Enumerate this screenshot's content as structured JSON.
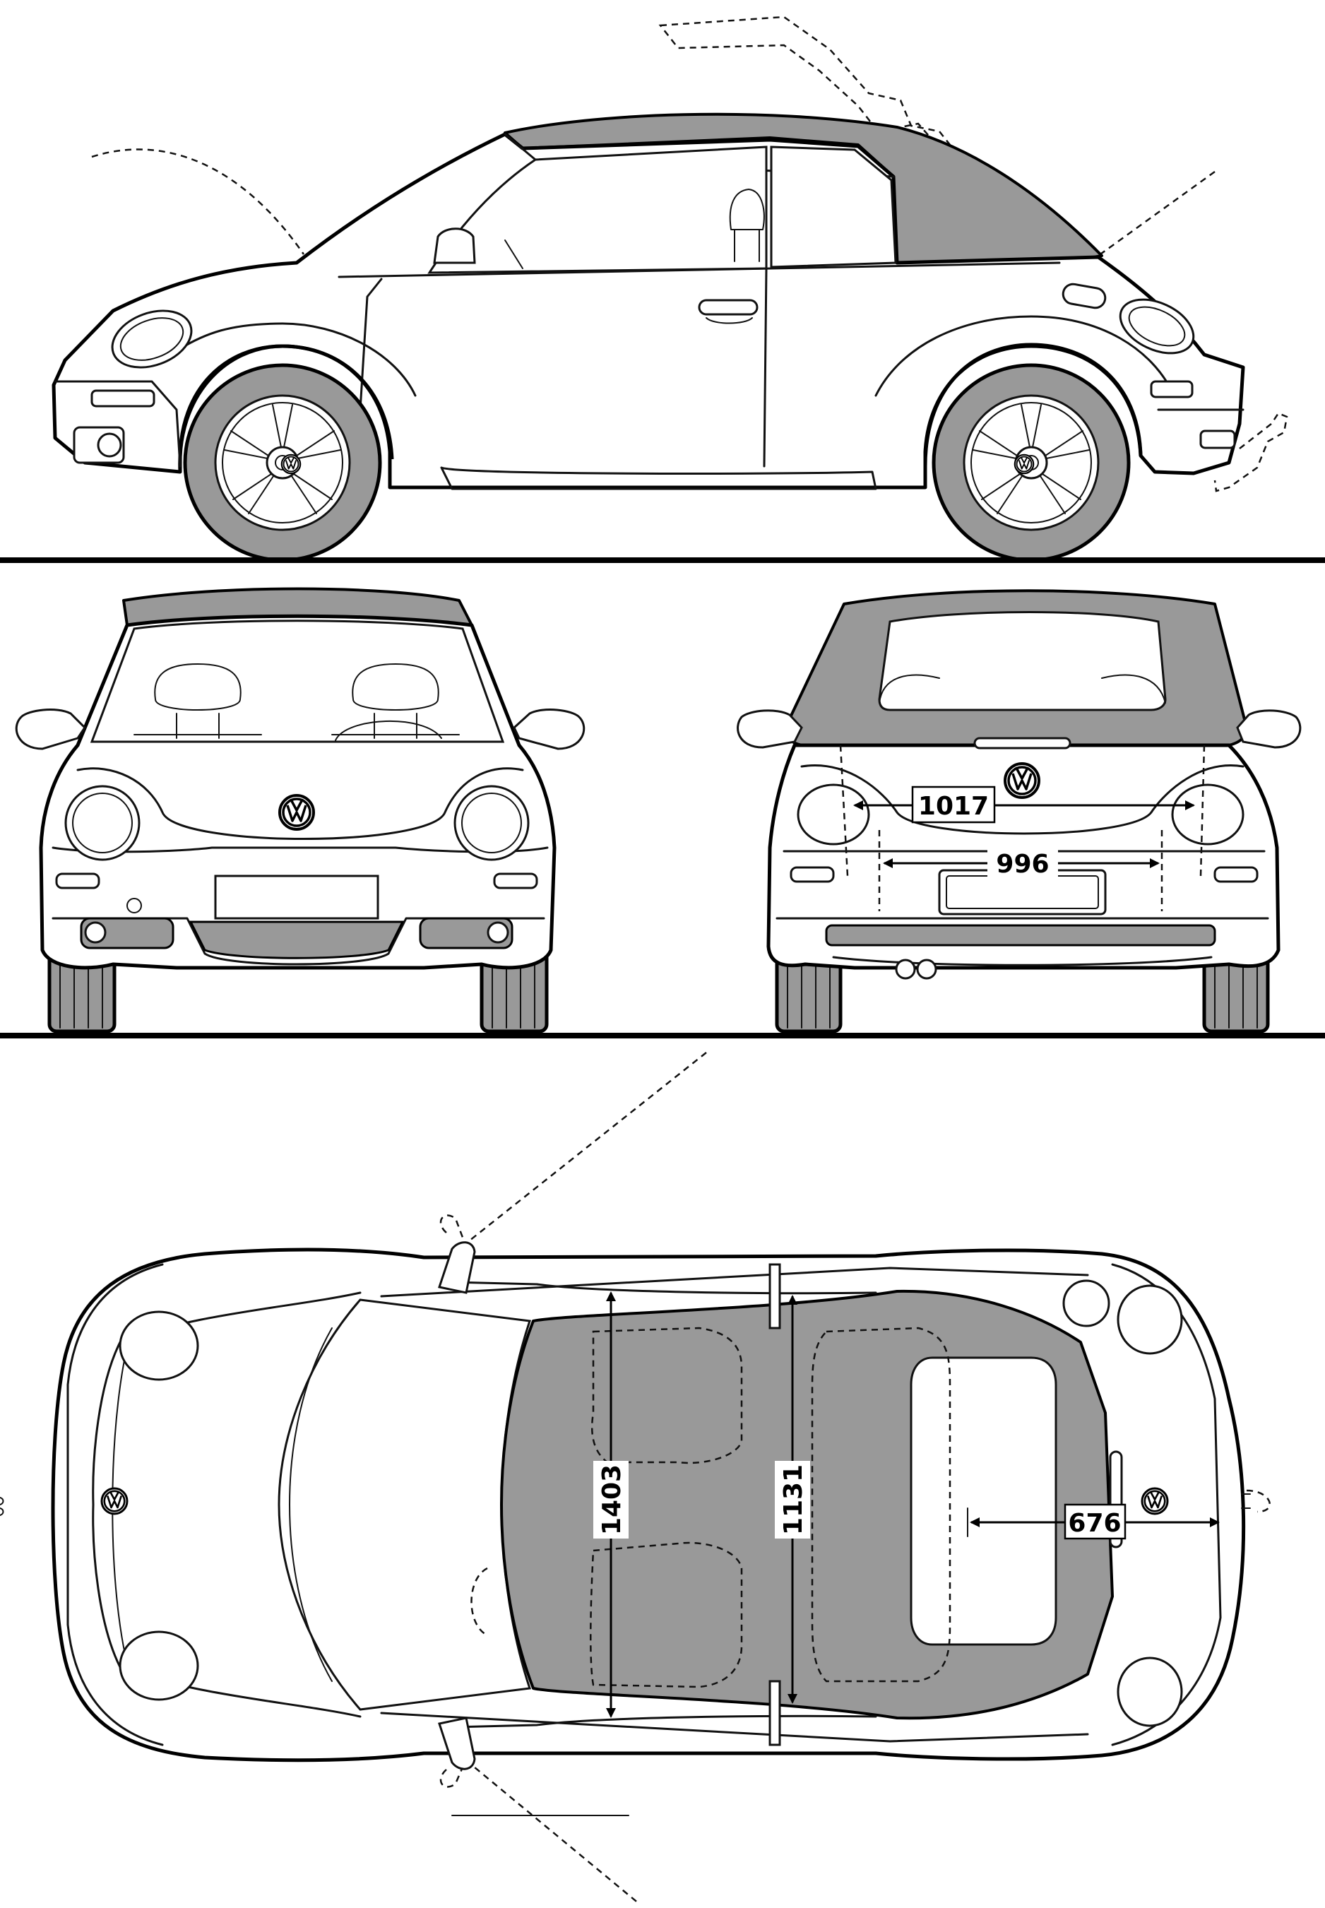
{
  "drawing": {
    "palette": {
      "line": "#000000",
      "roof": "#999999",
      "background": "#ffffff"
    },
    "views": [
      {
        "id": "side",
        "icons": [
          "wheel-icon",
          "vw-logo-icon",
          "side-mirror-icon"
        ]
      },
      {
        "id": "front",
        "icons": [
          "headlamp-icon",
          "vw-logo-icon"
        ]
      },
      {
        "id": "rear",
        "icons": [
          "tail-lamp-icon",
          "vw-logo-icon",
          "exhaust-icon"
        ]
      },
      {
        "id": "top",
        "icons": [
          "vw-logo-icon",
          "fuel-cap-icon"
        ]
      }
    ]
  },
  "dimensions": {
    "rear_track_lamps": "1017",
    "rear_track_wheels": "996",
    "roof_length_outer": "1403",
    "roof_length_inner": "1131",
    "rear_overhang": "676"
  }
}
